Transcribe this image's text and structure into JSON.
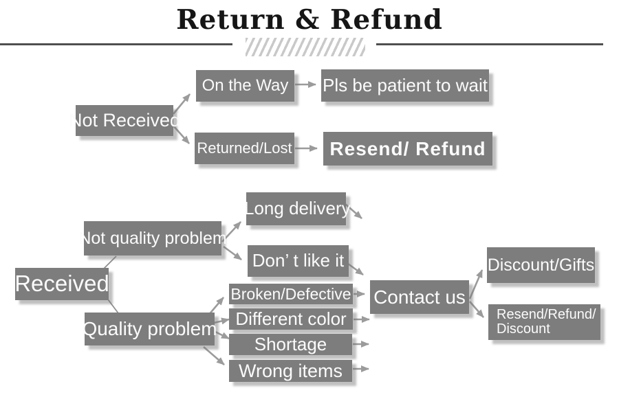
{
  "title": "Return & Refund",
  "colors": {
    "box_fill": "#7d7d7d",
    "box_text": "#fbfbfb",
    "arrow": "#9b9b9b",
    "header_rule": "#4f4f4f",
    "hatch": "#c9c9c9",
    "title_text": "#161616",
    "background": "#ffffff"
  },
  "nodes": {
    "not_received": {
      "label": "Not Received"
    },
    "on_the_way": {
      "label": "On the Way"
    },
    "pls_wait": {
      "label": "Pls be patient to wait"
    },
    "returned_lost": {
      "label": "Returned/Lost"
    },
    "resend_refund": {
      "label": "Resend/ Refund"
    },
    "received": {
      "label": "Received"
    },
    "not_quality_problem": {
      "label": "Not quality problem"
    },
    "quality_problem": {
      "label": "Quality problem"
    },
    "long_delivery": {
      "label": "Long delivery"
    },
    "dont_like_it": {
      "label": "Don’ t like it"
    },
    "broken_defective": {
      "label": "Broken/Defective"
    },
    "different_color": {
      "label": "Different color"
    },
    "shortage": {
      "label": "Shortage"
    },
    "wrong_items": {
      "label": "Wrong items"
    },
    "contact_us": {
      "label": "Contact us"
    },
    "discount_gifts": {
      "label": "Discount/Gifts"
    },
    "resend_refund_discount": {
      "label": "Resend/Refund/\nDiscount"
    }
  }
}
